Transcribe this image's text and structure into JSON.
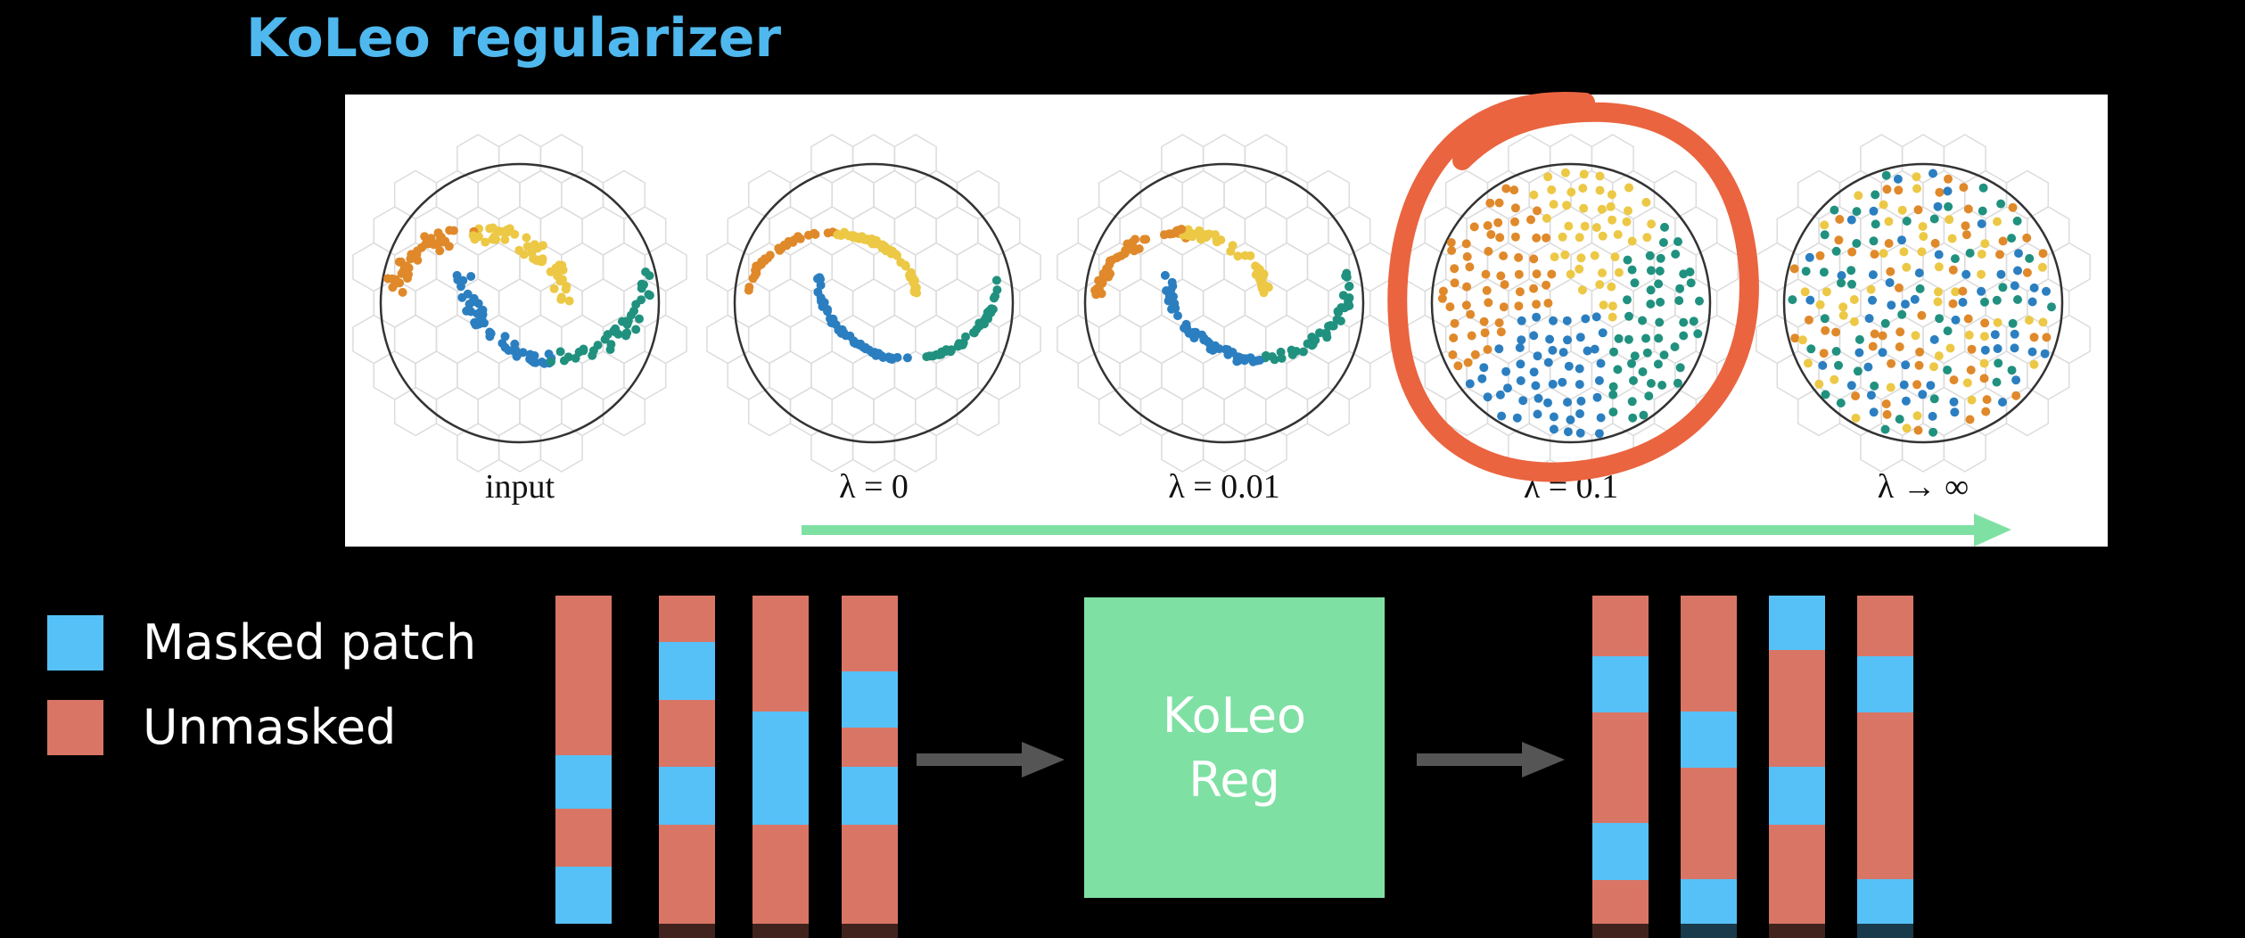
{
  "title": "KoLeo regularizer",
  "figure": {
    "panels": [
      {
        "label": "input",
        "mode": "moons",
        "noise": 0.06
      },
      {
        "label": "λ = 0",
        "mode": "moons",
        "noise": 0.015
      },
      {
        "label": "λ = 0.01",
        "mode": "moons",
        "noise": 0.035
      },
      {
        "label": "λ = 0.1",
        "mode": "spread",
        "highlighted": true
      },
      {
        "label": "λ → ∞",
        "mode": "random"
      }
    ],
    "point_colors": {
      "orange": "#e0892a",
      "yellow": "#ecc845",
      "blue": "#2b7fc0",
      "teal": "#21917f"
    },
    "progress_arrow_color": "#7fe0a3",
    "highlight_color": "#ea6440"
  },
  "legend": [
    {
      "label": "Masked patch",
      "color": "#56c1f7"
    },
    {
      "label": "Unmasked",
      "color": "#d97565"
    }
  ],
  "colors": {
    "masked": "#56c1f7",
    "unmasked": "#d97565",
    "block": "#7fe0a3",
    "arrow": "#555555"
  },
  "input_sequences": [
    [
      "U",
      "U",
      "M",
      "U",
      "M",
      "U"
    ],
    [
      "U",
      "M",
      "U",
      "M",
      "U"
    ],
    [
      "U",
      "M",
      "U"
    ],
    [
      "U",
      "M",
      "U",
      "M",
      "U"
    ]
  ],
  "block": {
    "line1": "KoLeo",
    "line2": "Reg"
  },
  "output_sequences": [
    [
      "U",
      "M",
      "U",
      "M",
      "U"
    ],
    [
      "U",
      "M",
      "U",
      "M"
    ],
    [
      "M",
      "U",
      "M",
      "U"
    ],
    [
      "U",
      "M",
      "U",
      "M"
    ]
  ]
}
